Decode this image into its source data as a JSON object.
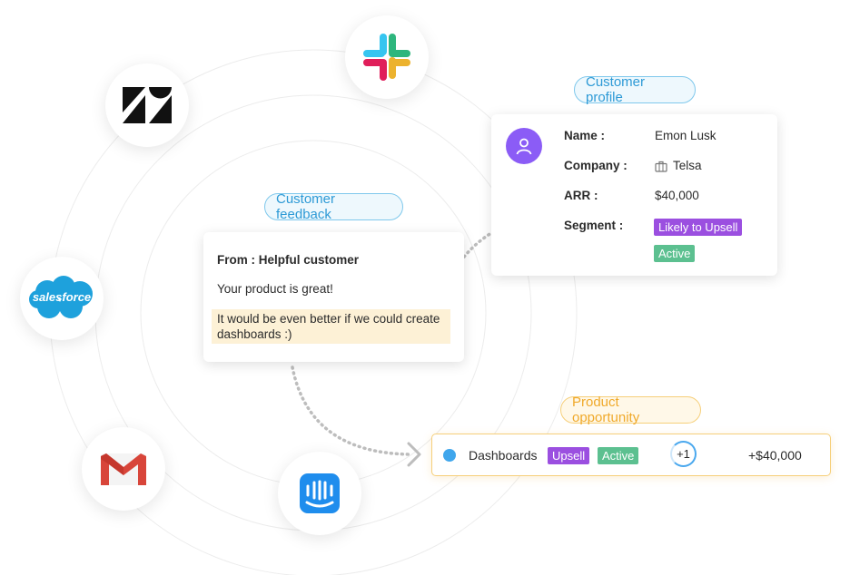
{
  "profile": {
    "pill": "Customer profile",
    "rows": [
      {
        "label": "Name :",
        "value": "Emon Lusk"
      },
      {
        "label": "Company :",
        "value": "Telsa"
      },
      {
        "label": "ARR :",
        "value": "$40,000"
      },
      {
        "label": "Segment :",
        "value": ""
      }
    ],
    "segment_tags": [
      "Likely to Upsell",
      "Active"
    ]
  },
  "feedback": {
    "pill": "Customer feedback",
    "from": "From : Helpful customer",
    "line1": "Your product is great!",
    "highlight": "It would be even better if we could create dashboards :)"
  },
  "opportunity": {
    "pill": "Product opportunity",
    "name": "Dashboards",
    "tags": [
      "Upsell",
      "Active"
    ],
    "count": "+1",
    "value": "+$40,000"
  },
  "logos": {
    "salesforce_text": "salesforce"
  },
  "colors": {
    "blue_accent": "#2d9ad6",
    "orange_accent": "#f0a92a",
    "purple_tag": "#9b4fe0",
    "green_tag": "#5cc090",
    "avatar": "#8b5cf6"
  },
  "icons": [
    "zendesk-icon",
    "slack-icon",
    "salesforce-icon",
    "gmail-icon",
    "intercom-icon",
    "user-icon",
    "briefcase-icon"
  ]
}
